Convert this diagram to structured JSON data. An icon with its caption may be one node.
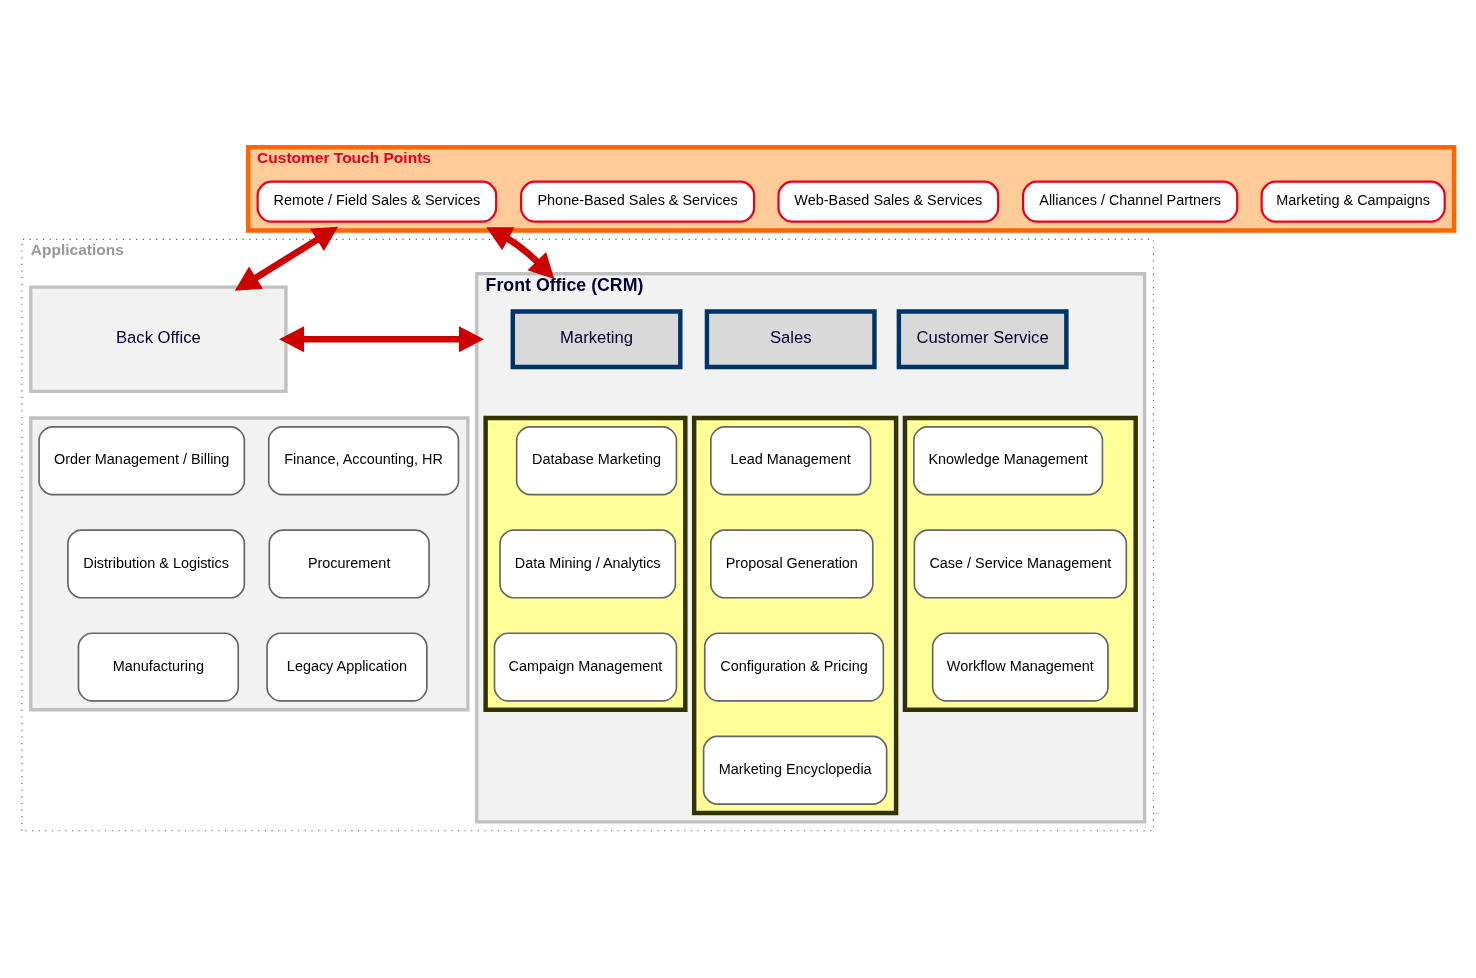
{
  "diagram": {
    "nodes": [
      {
        "text": [
          "Customer Touch Points"
        ]
      },
      {
        "text": [
          "Remote / Field Sales & Services"
        ],
        "in": 0
      },
      {
        "text": [
          "Phone-Based Sales & Services"
        ],
        "in": 0
      },
      {
        "text": [
          "Web-Based Sales & Services"
        ],
        "in": 0
      },
      {
        "text": [
          "Alliances / Channel Partners"
        ],
        "in": 0
      },
      {
        "text": [
          "Marketing & Campaigns"
        ],
        "in": 0
      },
      {
        "text": [
          "Applications"
        ]
      },
      {
        "text": [
          "Front Office (CRM)"
        ],
        "in": 6
      },
      {
        "text": [
          "Marketing"
        ],
        "in": 7
      },
      {
        "text": [],
        "shape": "box",
        "in": 7
      },
      {
        "text": [
          "Database Marketing"
        ],
        "in": 9
      },
      {
        "text": [
          "Data Mining / Analytics"
        ],
        "in": 9
      },
      {
        "text": [
          "Campaign Management"
        ],
        "in": 9
      },
      {
        "text": [
          "Sales"
        ],
        "in": 7
      },
      {
        "text": [],
        "shape": "box",
        "in": 7
      },
      {
        "text": [
          "Lead Management"
        ],
        "in": 14
      },
      {
        "text": [
          "Proposal Generation"
        ],
        "in": 14
      },
      {
        "text": [
          "Configuration & Pricing"
        ],
        "in": 14
      },
      {
        "text": [
          "Marketing Encyclopedia"
        ],
        "in": 14
      },
      {
        "text": [
          "Customer Service"
        ],
        "in": 7
      },
      {
        "text": [],
        "shape": "box",
        "in": 7
      },
      {
        "text": [
          "Knowledge Management"
        ],
        "in": 20
      },
      {
        "text": [
          "Case / Service Management"
        ],
        "in": 20
      },
      {
        "text": [
          "Workflow Management"
        ],
        "in": 20
      },
      {
        "text": [
          "Back Office"
        ],
        "in": 6
      },
      {
        "text": [],
        "shape": "box",
        "in": 6
      },
      {
        "text": [
          "Order Management / Billing"
        ],
        "in": 25
      },
      {
        "text": [
          "Finance, Accounting, HR"
        ],
        "in": 25
      },
      {
        "text": [
          "Distribution & Logistics"
        ],
        "in": 25
      },
      {
        "text": [
          "Procurement"
        ],
        "in": 25
      },
      {
        "text": [
          "Manufacturing"
        ],
        "in": 25
      },
      {
        "text": [
          "Legacy Application"
        ],
        "in": 25
      }
    ],
    "edges": [
      {
        "from": 0,
        "to": 7,
        "arrow": "both"
      },
      {
        "from": 0,
        "to": 24,
        "arrow": "both"
      },
      {
        "from": 7,
        "to": 24,
        "arrow": "both"
      }
    ]
  }
}
